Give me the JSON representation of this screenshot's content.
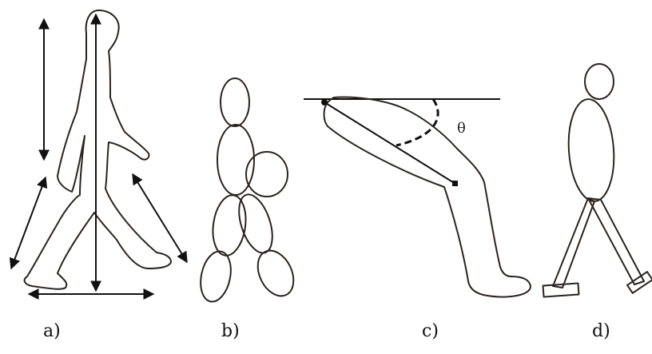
{
  "figure": {
    "panels": [
      {
        "id": "a",
        "label": "a)",
        "content": "silhouette-with-measurement-arrows"
      },
      {
        "id": "b",
        "label": "b)",
        "content": "body-part-ellipses"
      },
      {
        "id": "c",
        "label": "c)",
        "content": "leg-with-joint-angle"
      },
      {
        "id": "d",
        "label": "d)",
        "content": "stick-figure-walking"
      }
    ],
    "angle_symbol": "θ"
  }
}
